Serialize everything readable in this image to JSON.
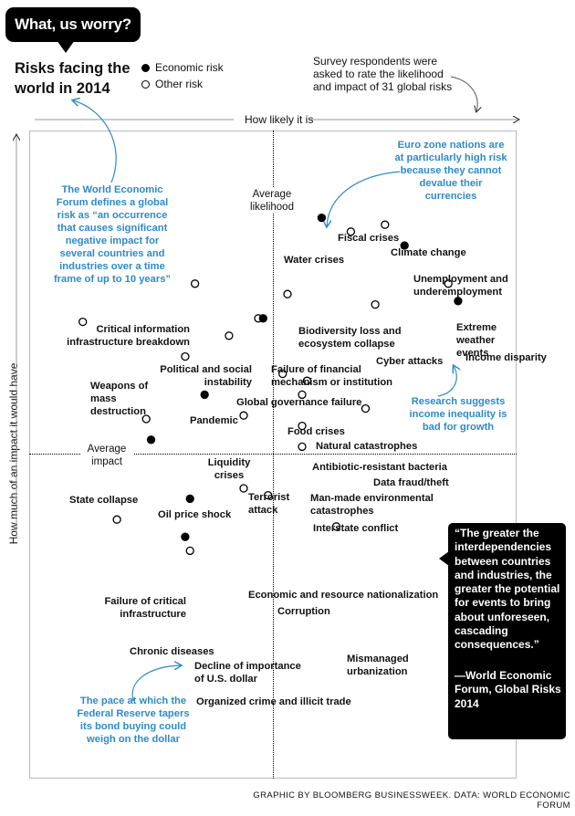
{
  "header": {
    "bubble_title": "What, us worry?",
    "title": "Risks facing the world in 2014",
    "legend": {
      "economic": "Economic risk",
      "other": "Other risk"
    },
    "survey_note": "Survey respondents were asked to rate the likelihood and impact of 31 global risks"
  },
  "axes": {
    "x_label": "How likely it is",
    "y_label": "How much of an impact it would have",
    "avg_likelihood": "Average likelihood",
    "avg_impact": "Average impact"
  },
  "chart_data": {
    "type": "scatter",
    "points": [
      {
        "label": "Fiscal crises",
        "risk_type": "economic",
        "likelihood": 0.6,
        "impact": 0.68
      },
      {
        "label": "Climate change",
        "risk_type": "other",
        "likelihood": 0.73,
        "impact": 0.66
      },
      {
        "label": "Water crises",
        "risk_type": "other",
        "likelihood": 0.66,
        "impact": 0.64
      },
      {
        "label": "Unemployment and underemployment",
        "risk_type": "economic",
        "likelihood": 0.77,
        "impact": 0.6
      },
      {
        "label": "Critical information infrastructure breakdown",
        "risk_type": "other",
        "likelihood": 0.34,
        "impact": 0.49
      },
      {
        "label": "Biodiversity loss and ecosystem collapse",
        "risk_type": "other",
        "likelihood": 0.53,
        "impact": 0.46
      },
      {
        "label": "Extreme weather events",
        "risk_type": "other",
        "likelihood": 0.86,
        "impact": 0.49
      },
      {
        "label": "Cyber attacks",
        "risk_type": "other",
        "likelihood": 0.71,
        "impact": 0.43
      },
      {
        "label": "Income disparity",
        "risk_type": "economic",
        "likelihood": 0.88,
        "impact": 0.44
      },
      {
        "label": "Political and social instability",
        "risk_type": "other",
        "likelihood": 0.47,
        "impact": 0.39
      },
      {
        "label": "Failure of financial mechanism or institution",
        "risk_type": "economic",
        "likelihood": 0.48,
        "impact": 0.39
      },
      {
        "label": "Weapons of mass destruction",
        "risk_type": "other",
        "likelihood": 0.11,
        "impact": 0.38
      },
      {
        "label": "Global governance failure",
        "risk_type": "other",
        "likelihood": 0.41,
        "impact": 0.34
      },
      {
        "label": "Pandemic",
        "risk_type": "other",
        "likelihood": 0.32,
        "impact": 0.28
      },
      {
        "label": "Food crises",
        "risk_type": "other",
        "likelihood": 0.52,
        "impact": 0.23
      },
      {
        "label": "Natural catastrophes",
        "risk_type": "other",
        "likelihood": 0.57,
        "impact": 0.21
      },
      {
        "label": "Liquidity crises",
        "risk_type": "economic",
        "likelihood": 0.36,
        "impact": 0.17
      },
      {
        "label": "Antibiotic-resistant bacteria",
        "risk_type": "other",
        "likelihood": 0.56,
        "impact": 0.17
      },
      {
        "label": "Data fraud/theft",
        "risk_type": "other",
        "likelihood": 0.69,
        "impact": 0.13
      },
      {
        "label": "State collapse",
        "risk_type": "other",
        "likelihood": 0.24,
        "impact": 0.1
      },
      {
        "label": "Terrorist attack",
        "risk_type": "other",
        "likelihood": 0.44,
        "impact": 0.11
      },
      {
        "label": "Man-made environmental catastrophes",
        "risk_type": "other",
        "likelihood": 0.56,
        "impact": 0.08
      },
      {
        "label": "Oil price shock",
        "risk_type": "economic",
        "likelihood": 0.25,
        "impact": 0.04
      },
      {
        "label": "Interstate conflict",
        "risk_type": "other",
        "likelihood": 0.56,
        "impact": 0.02
      },
      {
        "label": "Economic and resource nationalization",
        "risk_type": "other",
        "likelihood": 0.44,
        "impact": -0.1
      },
      {
        "label": "Corruption",
        "risk_type": "other",
        "likelihood": 0.49,
        "impact": -0.12
      },
      {
        "label": "Failure of critical infrastructure",
        "risk_type": "economic",
        "likelihood": 0.33,
        "impact": -0.13
      },
      {
        "label": "Chronic diseases",
        "risk_type": "other",
        "likelihood": 0.18,
        "impact": -0.19
      },
      {
        "label": "Decline of importance of U.S. dollar",
        "risk_type": "economic",
        "likelihood": 0.32,
        "impact": -0.24
      },
      {
        "label": "Mismanaged urbanization",
        "risk_type": "other",
        "likelihood": 0.63,
        "impact": -0.21
      },
      {
        "label": "Organized crime and illicit trade",
        "risk_type": "other",
        "likelihood": 0.33,
        "impact": -0.28
      }
    ]
  },
  "annotations": {
    "wef_definition": "The World Economic Forum defines a global risk as “an occurrence that causes significant negative impact for several countries and industries over a time frame of up to 10 years”",
    "euro_zone": "Euro zone nations are at particularly high risk because they cannot devalue their currencies",
    "income": "Research suggests income inequality is bad for growth",
    "fed": "The pace at which the Federal Reserve tapers its bond buying could weigh on the dollar"
  },
  "quote": {
    "text": "“The greater the interdependencies between countries and industries, the greater the potential for events to bring about unforeseen, cascading consequences.”",
    "attribution": "—World Economic Forum, Global Risks 2014"
  },
  "credit": "GRAPHIC BY BLOOMBERG BUSINESSWEEK. DATA: WORLD ECONOMIC FORUM",
  "colors": {
    "accent_blue": "#2e8ac8",
    "ink": "#111111",
    "box": "#000000"
  }
}
